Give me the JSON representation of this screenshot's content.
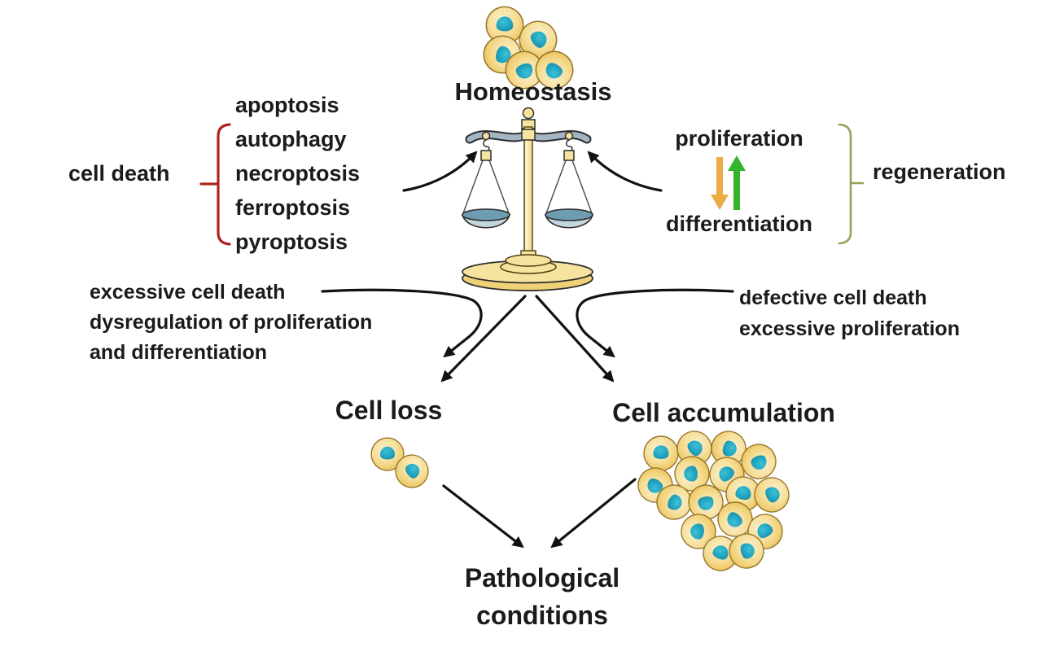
{
  "title": "Homeostasis",
  "cell_death_group": {
    "label": "cell death",
    "items": [
      "apoptosis",
      "autophagy",
      "necroptosis",
      "ferroptosis",
      "pyroptosis"
    ]
  },
  "regeneration_group": {
    "label": "regeneration",
    "top_process": "proliferation",
    "bottom_process": "differentiation"
  },
  "left_imbalance": {
    "line1": "excessive cell death",
    "line2": "dysregulation of proliferation",
    "line3": "and differentiation"
  },
  "right_imbalance": {
    "line1": "defective cell death",
    "line2": "excessive proliferation"
  },
  "outcomes": {
    "left": "Cell loss",
    "right": "Cell accumulation"
  },
  "result": {
    "line1": "Pathological",
    "line2": "conditions"
  },
  "clusters": {
    "homeostasis_cells": 5,
    "cell_loss_cells": 2,
    "cell_accumulation_cells": 16
  },
  "colors": {
    "text": "#1b1b1b",
    "arrow_black": "#121212",
    "bracket_red": "#AC2422",
    "bracket_green": "#93A457",
    "arrow_orange": "#EBAC45",
    "arrow_green": "#35B32B",
    "cell_body": "#F6DF9A",
    "cell_outline": "#97762E",
    "cell_nucleus": "#23A7C2",
    "scale_gold": "#F6E39F",
    "scale_gold_dark": "#EFD177",
    "scale_beam": "#A5B6C2",
    "pan_water": "#6E9DB2",
    "pan_bowl": "#C5D7DE",
    "background": "#FFFFFF"
  }
}
